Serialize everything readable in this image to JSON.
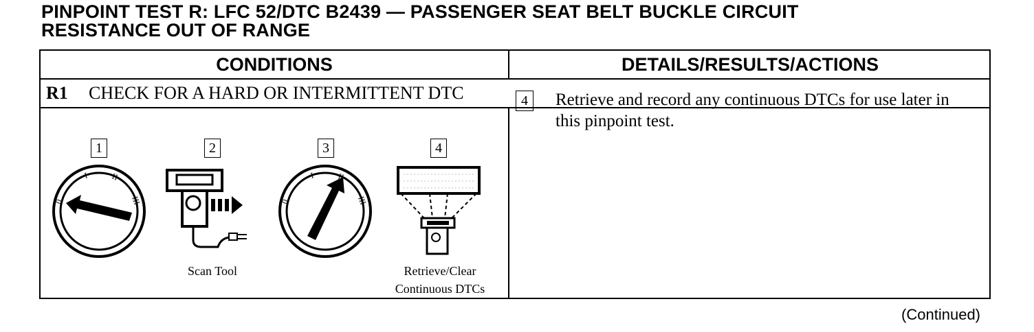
{
  "title": {
    "line1": "PINPOINT TEST R:  LFC 52/DTC B2439 — PASSENGER SEAT BELT BUCKLE CIRCUIT",
    "line2": "RESISTANCE OUT OF RANGE"
  },
  "table": {
    "headers": [
      "CONDITIONS",
      "DETAILS/RESULTS/ACTIONS"
    ],
    "step": {
      "code": "R1",
      "title": "CHECK FOR A HARD OR INTERMITTENT DTC"
    },
    "figures": [
      {
        "number": "1",
        "caption": "",
        "icon": "ignition-switch-off-icon"
      },
      {
        "number": "2",
        "caption": "Scan Tool",
        "icon": "scan-tool-icon"
      },
      {
        "number": "3",
        "caption": "",
        "icon": "ignition-switch-run-icon"
      },
      {
        "number": "4",
        "caption_line1": "Retrieve/Clear",
        "caption_line2": "Continuous DTCs",
        "icon": "retrieve-clear-dtc-icon"
      }
    ],
    "details": [
      {
        "number": "4",
        "text": "Retrieve and record any continuous DTCs for use later in this pinpoint test."
      }
    ]
  },
  "footer": {
    "continued": "(Continued)"
  }
}
